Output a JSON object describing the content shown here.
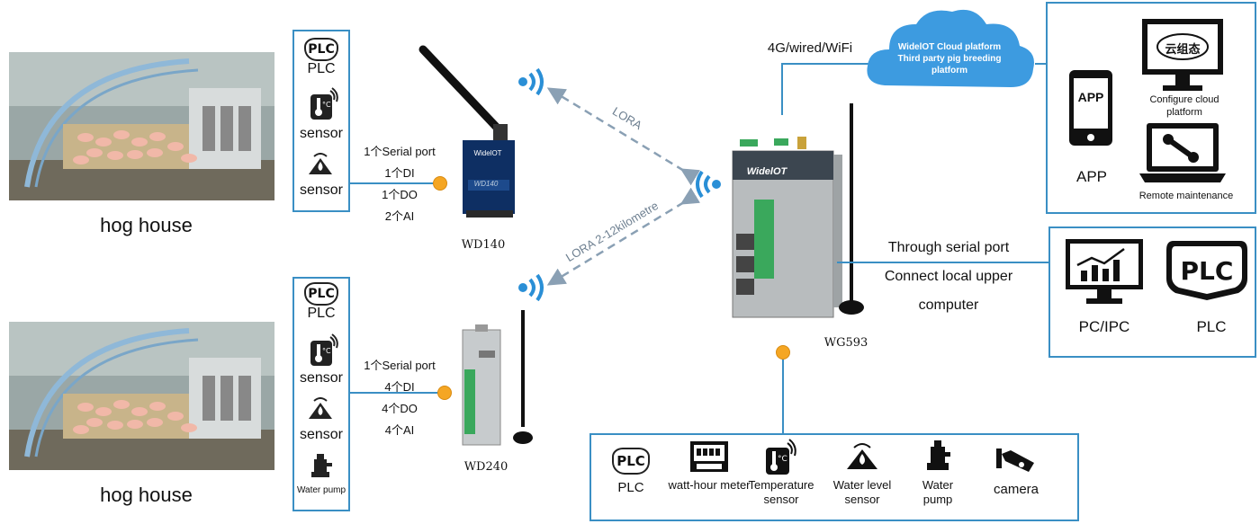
{
  "hog_house_labels": [
    "hog house",
    "hog house"
  ],
  "left_panel_top": {
    "items": [
      "PLC",
      "sensor",
      "sensor"
    ]
  },
  "left_panel_bottom": {
    "items": [
      "PLC",
      "sensor",
      "sensor",
      "Water pump"
    ]
  },
  "wd140": {
    "ports": [
      "1个Serial port",
      "1个DI",
      "1个DO",
      "2个AI"
    ],
    "label": "WD140",
    "device_brand": "WidelOT",
    "device_model": "WD140"
  },
  "wd240": {
    "ports": [
      "1个Serial port",
      "4个DI",
      "4个DO",
      "4个AI"
    ],
    "label": "WD240"
  },
  "links": {
    "lora_top": "LORA",
    "lora_bottom": "LORA  2-12kilometre",
    "uplink": "4G/wired/WiFi"
  },
  "wg593": {
    "label": "WG593",
    "brand": "WidelOT"
  },
  "cloud": {
    "line1": "WidelOT Cloud platform",
    "line2": "Third party pig breeding",
    "line3": "platform"
  },
  "cloud_panel": {
    "app_screen": "APP",
    "app_label": "APP",
    "monitor_brand": "云组态",
    "configure_label_1": "Configure cloud",
    "configure_label_2": "platform",
    "remote_label": "Remote maintenance"
  },
  "serial_text": [
    "Through serial port",
    "Connect local upper",
    "computer"
  ],
  "local_panel": {
    "pc_label": "PC/IPC",
    "plc_label": "PLC"
  },
  "bottom_panel": {
    "items": [
      "PLC",
      "watt-hour meter",
      "Temperature sensor",
      "Water level sensor",
      "Water pump",
      "camera"
    ]
  },
  "colors": {
    "frame": "#3a8fc4",
    "dot": "#f5a623",
    "cloud": "#3d9be0",
    "lora_arrow": "#8aa0b4"
  }
}
